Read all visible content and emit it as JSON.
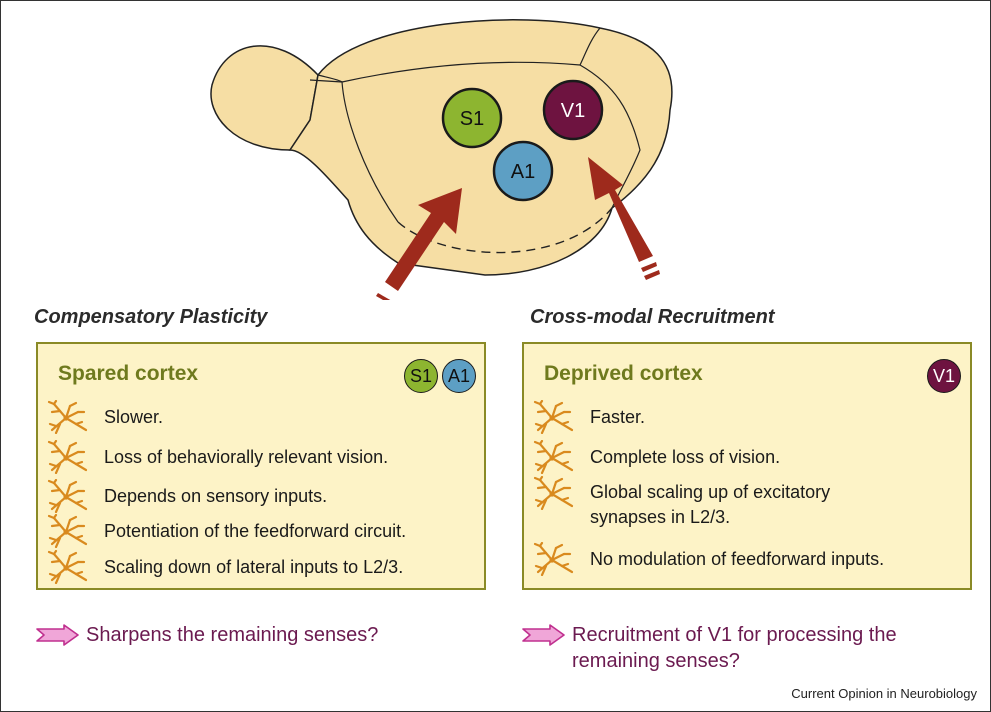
{
  "brain": {
    "regions": [
      {
        "name": "s1",
        "label": "S1",
        "color": "#8db530"
      },
      {
        "name": "v1",
        "label": "V1",
        "color": "#6e1340"
      },
      {
        "name": "a1",
        "label": "A1",
        "color": "#5d9fc4"
      }
    ],
    "cortex_color": "#f6dea4",
    "arrow_color": "#9e2a1c"
  },
  "left": {
    "heading": "Compensatory Plasticity",
    "box_title": "Spared cortex",
    "badges": [
      "S1",
      "A1"
    ],
    "items": [
      "Slower.",
      "Loss of behaviorally relevant vision.",
      "Depends on sensory inputs.",
      "Potentiation of the feedforward circuit.",
      "Scaling down of lateral inputs to L2/3."
    ],
    "conclusion": "Sharpens the remaining senses?"
  },
  "right": {
    "heading": "Cross-modal Recruitment",
    "box_title": "Deprived cortex",
    "badges": [
      "V1"
    ],
    "items": [
      "Faster.",
      "Complete loss of vision.",
      "Global scaling up of excitatory synapses in L2/3.",
      "No modulation of feedforward inputs."
    ],
    "conclusion": "Recruitment of V1 for processing the remaining senses?"
  },
  "credit": "Current Opinion in Neurobiology"
}
